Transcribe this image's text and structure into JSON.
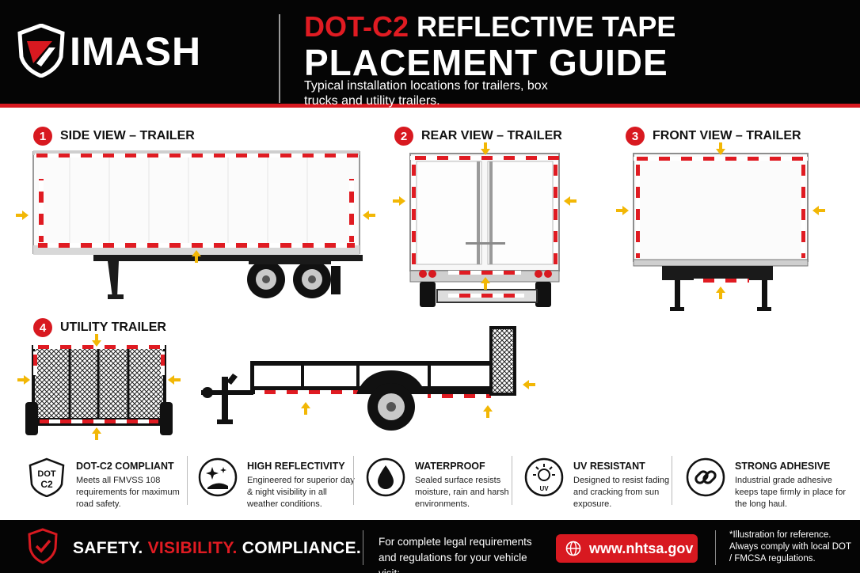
{
  "brand": {
    "logo_text": "IMASH"
  },
  "header": {
    "title_red": "DOT-C2",
    "title_rest": " REFLECTIVE TAPE",
    "title_line2": "PLACEMENT GUIDE",
    "subtitle": "Typical installation locations for trailers, box trucks and utility trailers."
  },
  "sections": [
    {
      "number": "1",
      "title": "SIDE VIEW – TRAILER"
    },
    {
      "number": "2",
      "title": "REAR VIEW – TRAILER"
    },
    {
      "number": "3",
      "title": "FRONT VIEW – TRAILER"
    },
    {
      "number": "4",
      "title": "UTILITY TRAILER"
    }
  ],
  "features": [
    {
      "icon": "dot-c2-badge-icon",
      "badge_line1": "DOT",
      "badge_line2": "C2",
      "title": "DOT-C2 COMPLIANT",
      "desc": "Meets all FMVSS 108 requirements for maximum road safety."
    },
    {
      "icon": "sparkle-reflect-icon",
      "title": "HIGH REFLECTIVITY",
      "desc": "Engineered for superior day & night visibility in all weather conditions."
    },
    {
      "icon": "water-drop-icon",
      "title": "WATERPROOF",
      "desc": "Sealed surface resists moisture, rain and harsh environments."
    },
    {
      "icon": "sun-uv-icon",
      "uv_label": "UV",
      "title": "UV RESISTANT",
      "desc": "Designed to resist fading and cracking from sun exposure."
    },
    {
      "icon": "chain-link-icon",
      "title": "STRONG ADHESIVE",
      "desc": "Industrial grade adhesive keeps tape firmly in place for the long haul."
    }
  ],
  "footer": {
    "slogan_1": "SAFETY.",
    "slogan_2": "VISIBILITY.",
    "slogan_3": "COMPLIANCE.",
    "legal": "For complete legal requirements and regulations for your vehicle visit:",
    "url": "www.nhtsa.gov",
    "disclaimer": "*Illustration for reference. Always comply with local DOT / FMCSA regulations."
  },
  "colors": {
    "accent_red": "#d81920",
    "arrow_yellow": "#f2b705",
    "background_dark": "#050505"
  }
}
